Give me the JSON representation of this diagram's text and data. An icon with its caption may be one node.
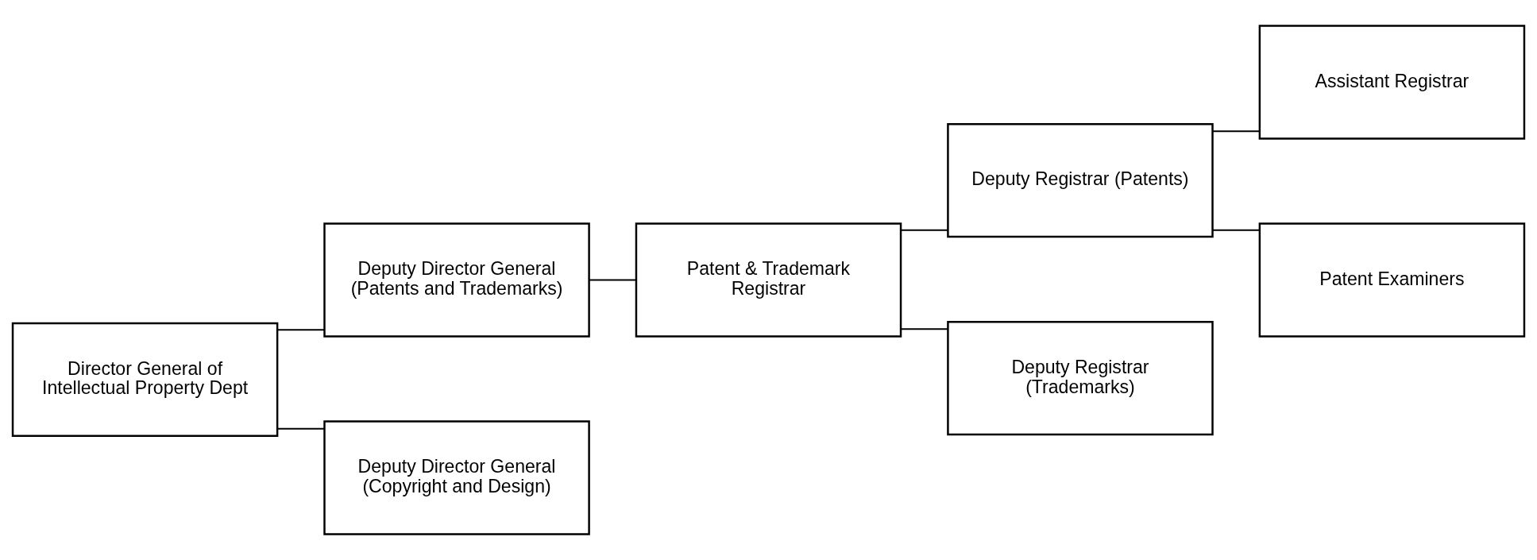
{
  "diagram": {
    "nodes": [
      {
        "text": [
          "Director General of Intellectual Property Dept"
        ]
      },
      {
        "text": [
          "Deputy Director General (Patents and Trademarks)"
        ]
      },
      {
        "text": [
          "Patent & Trademark Registrar"
        ]
      },
      {
        "text": [
          "Deputy Registrar (Patents)"
        ]
      },
      {
        "text": [
          "Assistant Registrar"
        ]
      },
      {
        "text": [
          "Deputy Director General (Copyright and Design)"
        ]
      },
      {
        "text": [
          "Deputy Registrar (Trademarks)"
        ]
      },
      {
        "text": [
          "Patent Examiners"
        ]
      }
    ],
    "edges": [
      {
        "from": 0,
        "to": 1,
        "arrow": "none"
      },
      {
        "from": 0,
        "to": 5,
        "arrow": "none"
      },
      {
        "from": 1,
        "to": 2,
        "arrow": "none"
      },
      {
        "from": 2,
        "to": 3,
        "arrow": "none"
      },
      {
        "from": 2,
        "to": 6,
        "arrow": "none"
      },
      {
        "from": 3,
        "to": 4,
        "arrow": "none"
      },
      {
        "from": 3,
        "to": 7,
        "arrow": "none"
      }
    ]
  }
}
